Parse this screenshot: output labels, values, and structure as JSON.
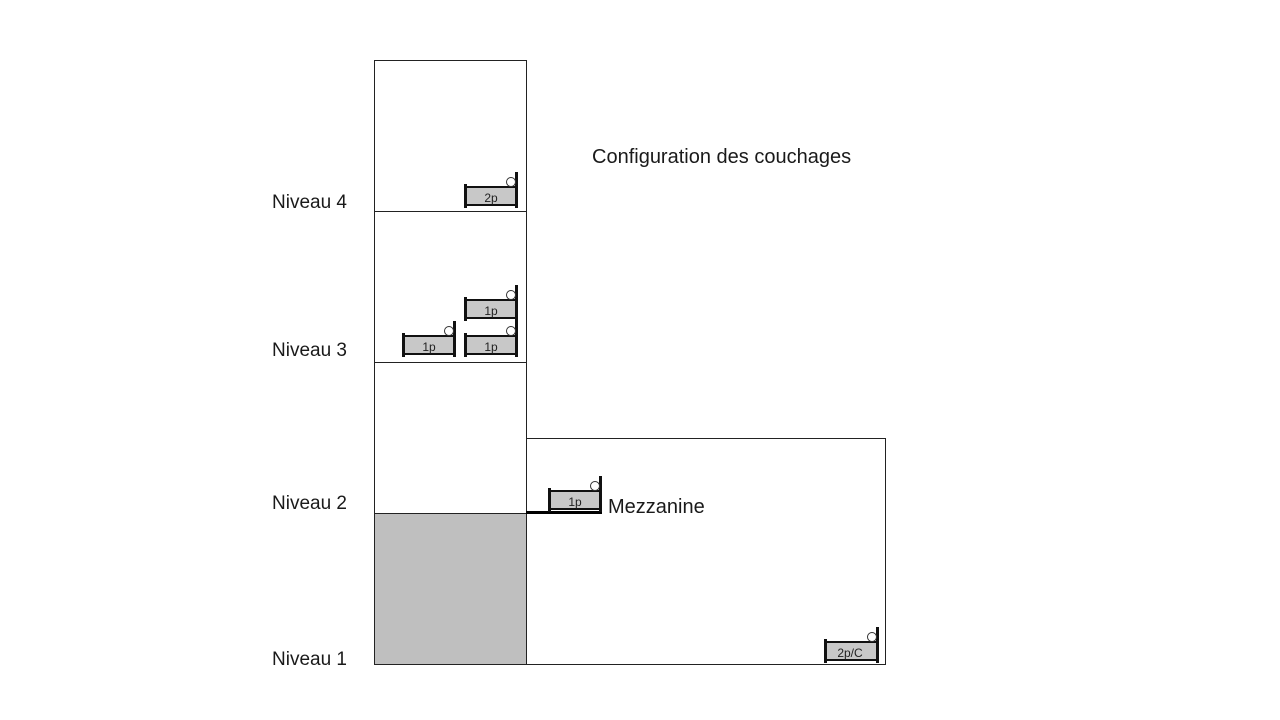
{
  "diagram": {
    "title": "Configuration des couchages",
    "levels": [
      "Niveau 1",
      "Niveau 2",
      "Niveau 3",
      "Niveau 4"
    ],
    "mezzanine_label": "Mezzanine",
    "beds": {
      "niveau4_bed": "2p",
      "niveau3_bed_upper": "1p",
      "niveau3_bed_lower_left": "1p",
      "niveau3_bed_lower_right": "1p",
      "mezzanine_bed": "1p",
      "niveau1_bed": "2p/C"
    },
    "colors": {
      "filled_room": "#bfbfbf",
      "bed": "#c8c8c8",
      "outline": "#222222"
    }
  }
}
